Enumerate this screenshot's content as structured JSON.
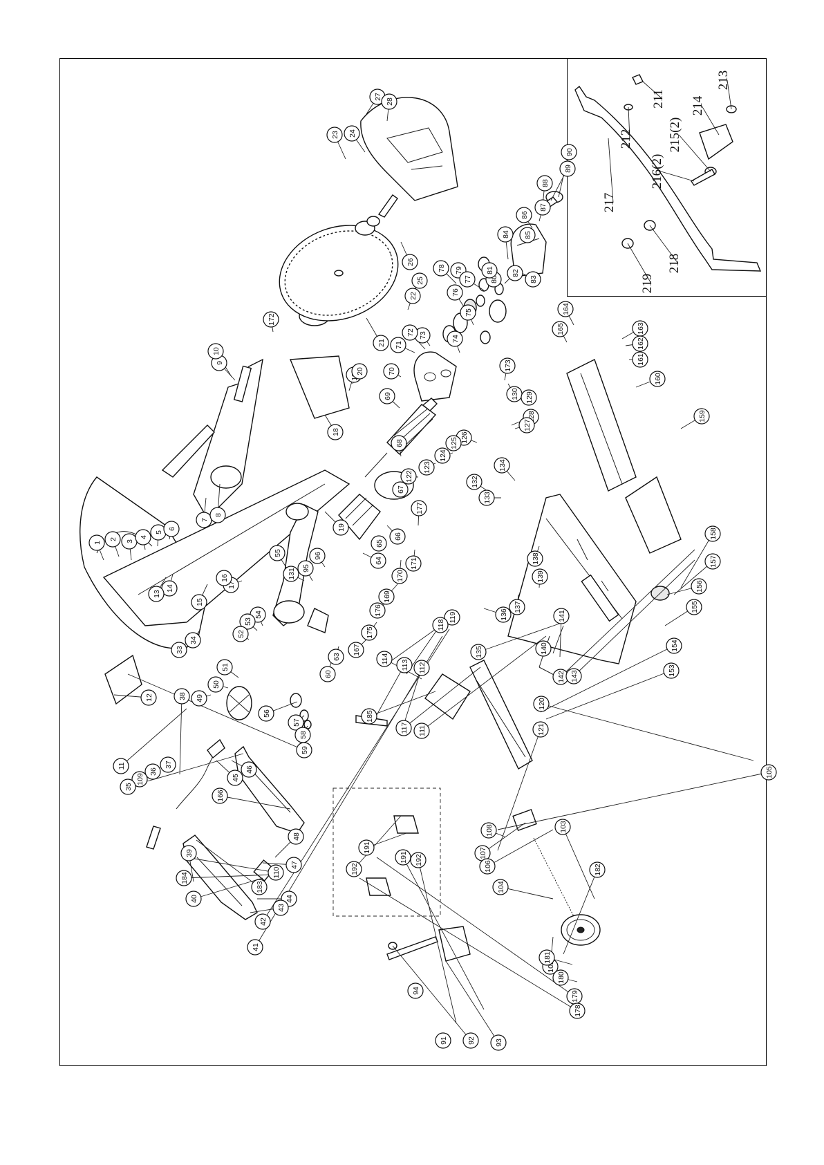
{
  "diagram": {
    "main_callouts": [
      {
        "label": "1"
      },
      {
        "label": "2"
      },
      {
        "label": "3"
      },
      {
        "label": "4"
      },
      {
        "label": "5"
      },
      {
        "label": "6"
      },
      {
        "label": "7"
      },
      {
        "label": "8"
      },
      {
        "label": "9"
      },
      {
        "label": "10"
      },
      {
        "label": "172"
      },
      {
        "label": "27"
      },
      {
        "label": "28"
      },
      {
        "label": "24"
      },
      {
        "label": "23"
      },
      {
        "label": "90"
      },
      {
        "label": "89"
      },
      {
        "label": "88"
      },
      {
        "label": "87"
      },
      {
        "label": "86"
      },
      {
        "label": "85"
      },
      {
        "label": "84"
      },
      {
        "label": "80"
      },
      {
        "label": "79"
      },
      {
        "label": "78"
      },
      {
        "label": "73"
      },
      {
        "label": "72"
      },
      {
        "label": "71"
      },
      {
        "label": "70"
      },
      {
        "label": "69"
      },
      {
        "label": "68"
      },
      {
        "label": "67"
      },
      {
        "label": "66"
      },
      {
        "label": "65"
      },
      {
        "label": "64"
      },
      {
        "label": "55"
      },
      {
        "label": "96"
      },
      {
        "label": "95"
      },
      {
        "label": "131"
      },
      {
        "label": "17"
      },
      {
        "label": "16"
      },
      {
        "label": "15"
      },
      {
        "label": "14"
      },
      {
        "label": "13"
      },
      {
        "label": "19"
      },
      {
        "label": "18"
      },
      {
        "label": "174"
      },
      {
        "label": "20"
      },
      {
        "label": "21"
      },
      {
        "label": "22"
      },
      {
        "label": "25"
      },
      {
        "label": "26"
      },
      {
        "label": "83"
      },
      {
        "label": "82"
      },
      {
        "label": "81"
      },
      {
        "label": "77"
      },
      {
        "label": "76"
      },
      {
        "label": "74"
      },
      {
        "label": "75"
      },
      {
        "label": "173"
      },
      {
        "label": "130"
      },
      {
        "label": "129"
      },
      {
        "label": "128"
      },
      {
        "label": "127"
      },
      {
        "label": "126"
      },
      {
        "label": "125"
      },
      {
        "label": "124"
      },
      {
        "label": "123"
      },
      {
        "label": "122"
      },
      {
        "label": "165"
      },
      {
        "label": "164"
      },
      {
        "label": "163"
      },
      {
        "label": "162"
      },
      {
        "label": "161"
      },
      {
        "label": "160"
      },
      {
        "label": "159"
      },
      {
        "label": "134"
      },
      {
        "label": "132"
      },
      {
        "label": "133"
      },
      {
        "label": "138"
      },
      {
        "label": "139"
      },
      {
        "label": "137"
      },
      {
        "label": "136"
      },
      {
        "label": "177"
      },
      {
        "label": "171"
      },
      {
        "label": "170"
      },
      {
        "label": "169"
      },
      {
        "label": "176"
      },
      {
        "label": "175"
      },
      {
        "label": "167"
      },
      {
        "label": "63"
      },
      {
        "label": "60"
      },
      {
        "label": "54"
      },
      {
        "label": "53"
      },
      {
        "label": "52"
      },
      {
        "label": "34"
      },
      {
        "label": "33"
      },
      {
        "label": "51"
      },
      {
        "label": "50"
      },
      {
        "label": "49"
      },
      {
        "label": "56"
      },
      {
        "label": "57"
      },
      {
        "label": "58"
      },
      {
        "label": "59"
      },
      {
        "label": "12"
      },
      {
        "label": "11"
      },
      {
        "label": "38"
      },
      {
        "label": "37"
      },
      {
        "label": "36"
      },
      {
        "label": "109"
      },
      {
        "label": "35"
      },
      {
        "label": "46"
      },
      {
        "label": "45"
      },
      {
        "label": "166"
      },
      {
        "label": "48"
      },
      {
        "label": "47"
      },
      {
        "label": "110"
      },
      {
        "label": "183"
      },
      {
        "label": "39"
      },
      {
        "label": "184"
      },
      {
        "label": "40"
      },
      {
        "label": "44"
      },
      {
        "label": "43"
      },
      {
        "label": "42"
      },
      {
        "label": "41"
      },
      {
        "label": "119"
      },
      {
        "label": "118"
      },
      {
        "label": "114"
      },
      {
        "label": "113"
      },
      {
        "label": "112"
      },
      {
        "label": "185"
      },
      {
        "label": "117"
      },
      {
        "label": "111"
      },
      {
        "label": "135"
      },
      {
        "label": "140"
      },
      {
        "label": "141"
      },
      {
        "label": "142"
      },
      {
        "label": "143"
      },
      {
        "label": "158"
      },
      {
        "label": "157"
      },
      {
        "label": "156"
      },
      {
        "label": "155"
      },
      {
        "label": "154"
      },
      {
        "label": "153"
      },
      {
        "label": "120"
      },
      {
        "label": "121"
      },
      {
        "label": "105"
      },
      {
        "label": "108"
      },
      {
        "label": "107"
      },
      {
        "label": "106"
      },
      {
        "label": "104"
      },
      {
        "label": "103"
      },
      {
        "label": "102"
      },
      {
        "label": "182"
      },
      {
        "label": "181"
      },
      {
        "label": "180"
      },
      {
        "label": "179"
      },
      {
        "label": "178"
      },
      {
        "label": "191"
      },
      {
        "label": "192"
      },
      {
        "label": "191"
      },
      {
        "label": "192"
      },
      {
        "label": "93"
      },
      {
        "label": "92"
      },
      {
        "label": "91"
      },
      {
        "label": "94"
      }
    ],
    "inset_labels": [
      {
        "label": "211"
      },
      {
        "label": "212"
      },
      {
        "label": "213"
      },
      {
        "label": "214"
      },
      {
        "label": "215(2)"
      },
      {
        "label": "216(2)"
      },
      {
        "label": "217"
      },
      {
        "label": "218"
      },
      {
        "label": "219"
      }
    ]
  }
}
